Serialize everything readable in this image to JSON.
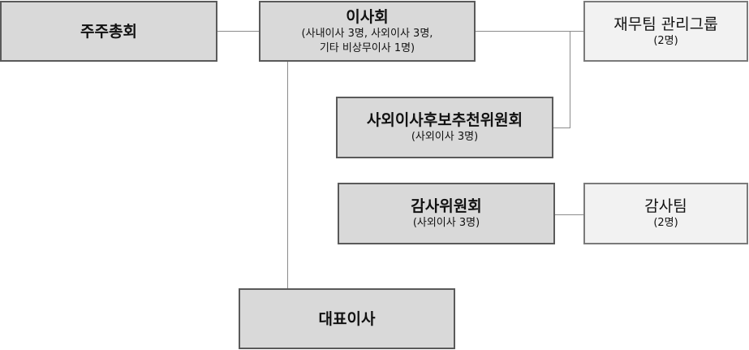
{
  "nodes": {
    "shareholders": {
      "title": "주주총회"
    },
    "board": {
      "title": "이사회",
      "sub1": "(사내이사 3명, 사외이사 3명,",
      "sub2": "기타 비상무이사 1명)"
    },
    "finance": {
      "title": "재무팀 관리그룹",
      "sub": "(2명)"
    },
    "nomination": {
      "title": "사외이사후보추천위원회",
      "sub": "(사외이사 3명)"
    },
    "audit_committee": {
      "title": "감사위원회",
      "sub": "(사외이사 3명)"
    },
    "audit_team": {
      "title": "감사팀",
      "sub": "(2명)"
    },
    "ceo": {
      "title": "대표이사"
    }
  },
  "colors": {
    "dark_fill": "#d9d9d9",
    "light_fill": "#f2f2f2",
    "border": "#5a5a5a",
    "connector": "#8c8c8c"
  }
}
